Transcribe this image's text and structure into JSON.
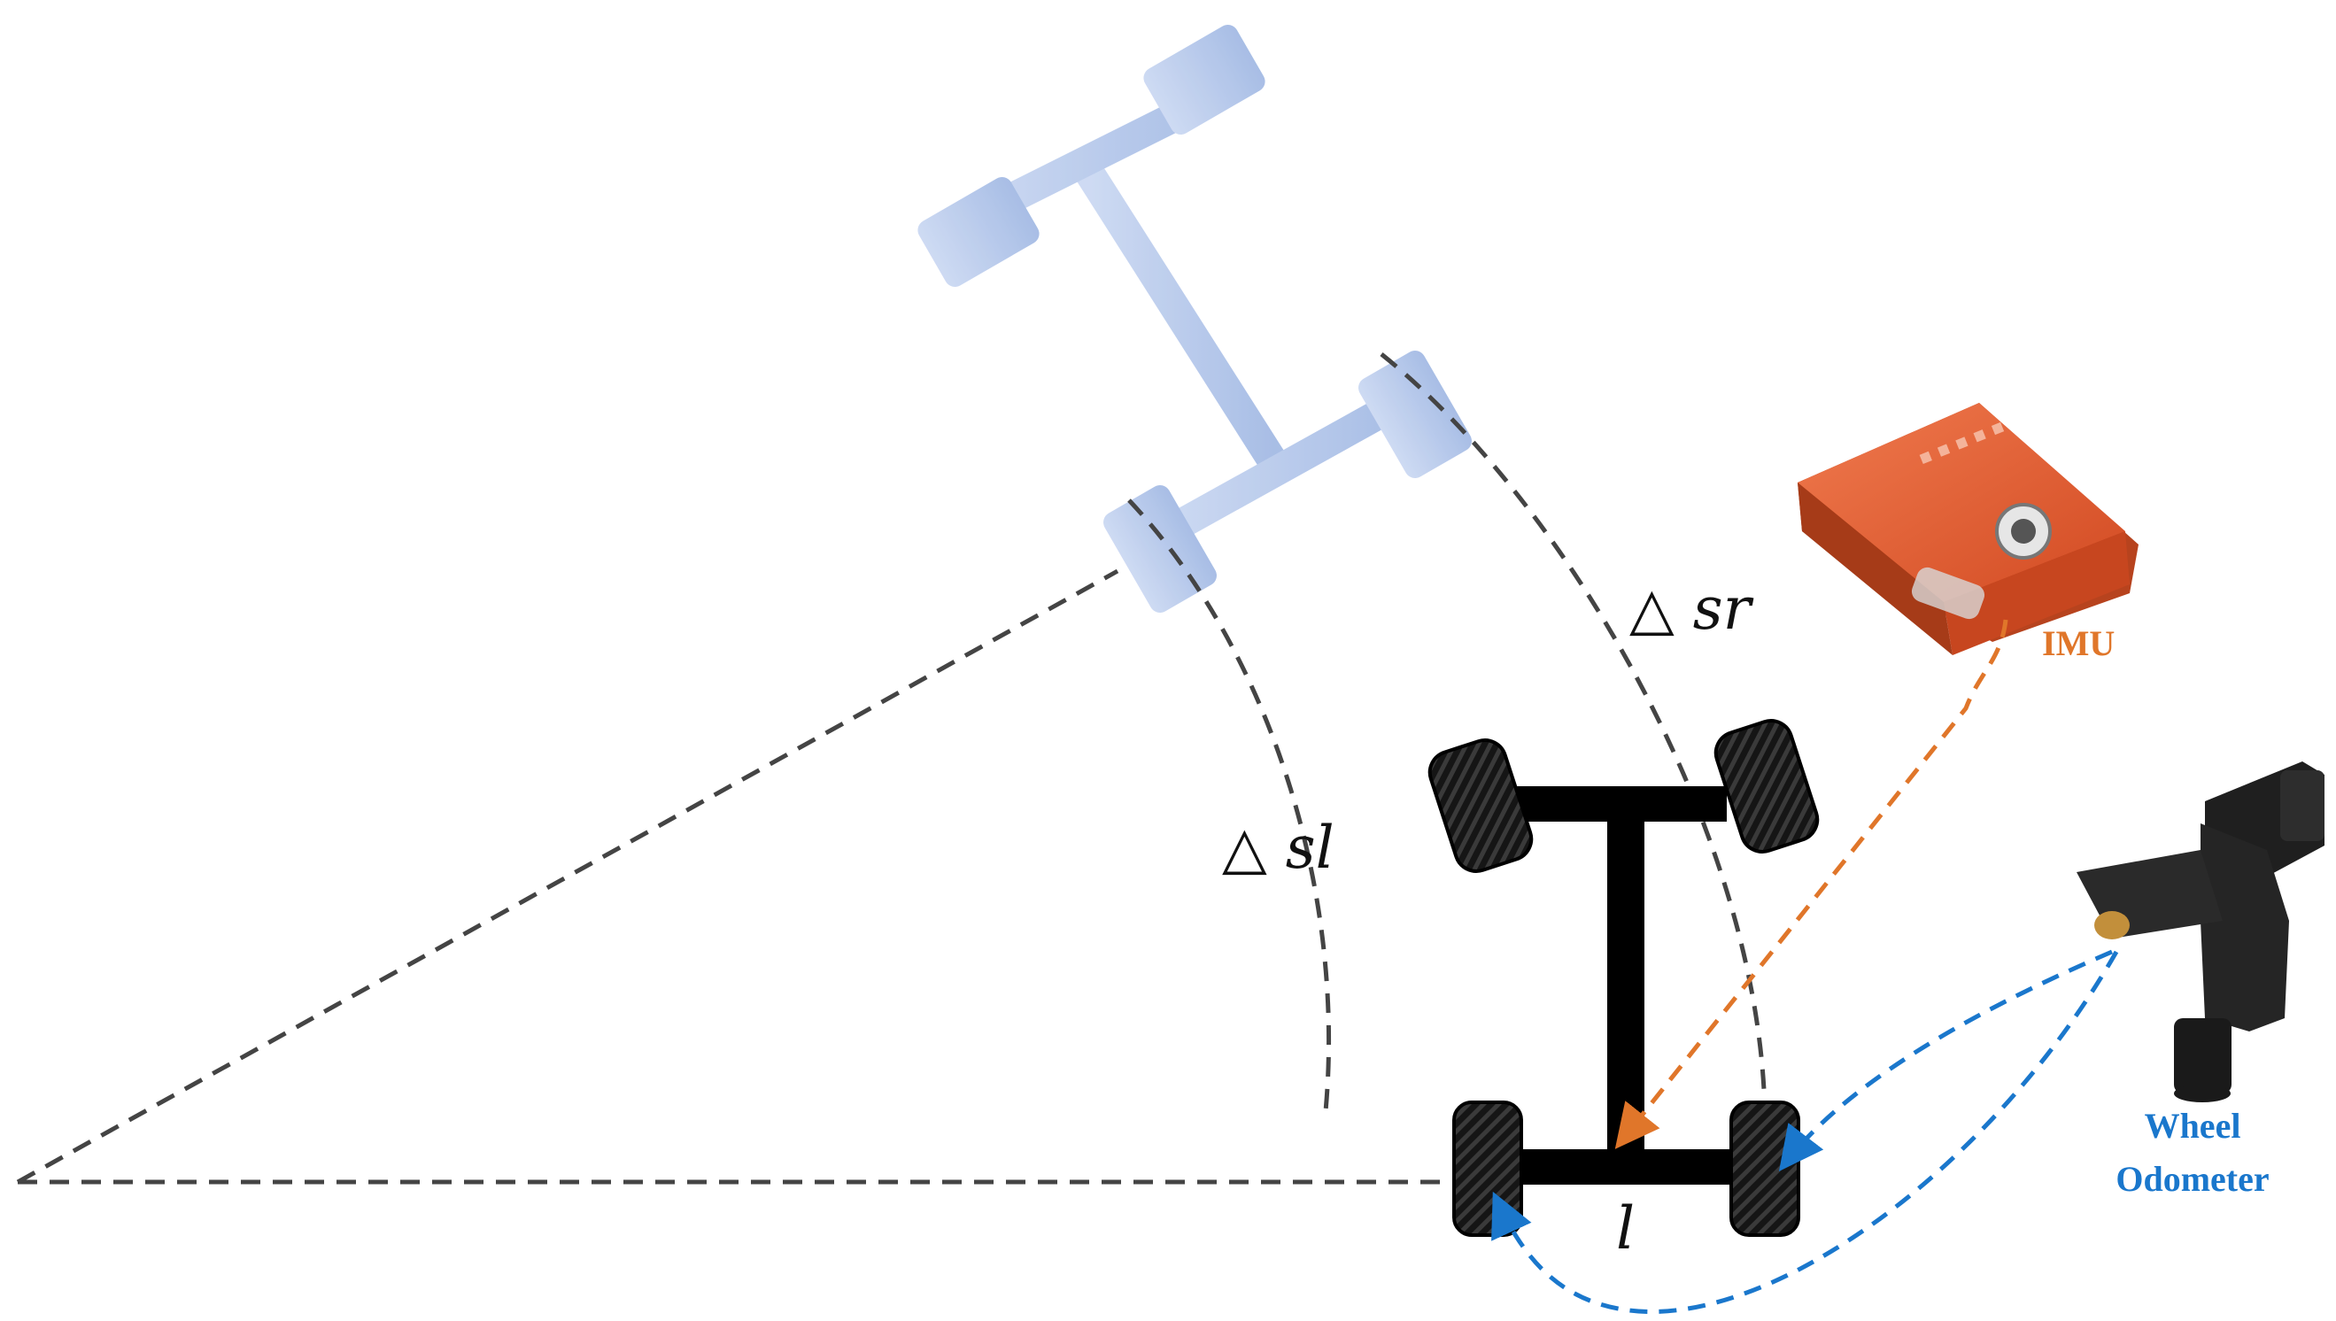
{
  "labels": {
    "delta_sr": "△ sr",
    "delta_sl": "△ sl",
    "track_width": "l",
    "imu": "IMU",
    "wheel_odometer_line1": "Wheel",
    "wheel_odometer_line2": "Odometer"
  },
  "colors": {
    "ghost_vehicle": "#b6c8ea",
    "vehicle": "#000000",
    "arc": "#444444",
    "imu_body": "#e0572e",
    "imu_arrow": "#e0762a",
    "imu_label": "#e0762a",
    "odometer_arrow": "#1a77cc",
    "odometer_label": "#1a77cc",
    "sensor_body": "#222222"
  },
  "icons": {
    "imu_device": "imu-sensor-icon",
    "wheel_speed_sensor": "wheel-speed-sensor-icon",
    "tire": "tire-icon"
  }
}
